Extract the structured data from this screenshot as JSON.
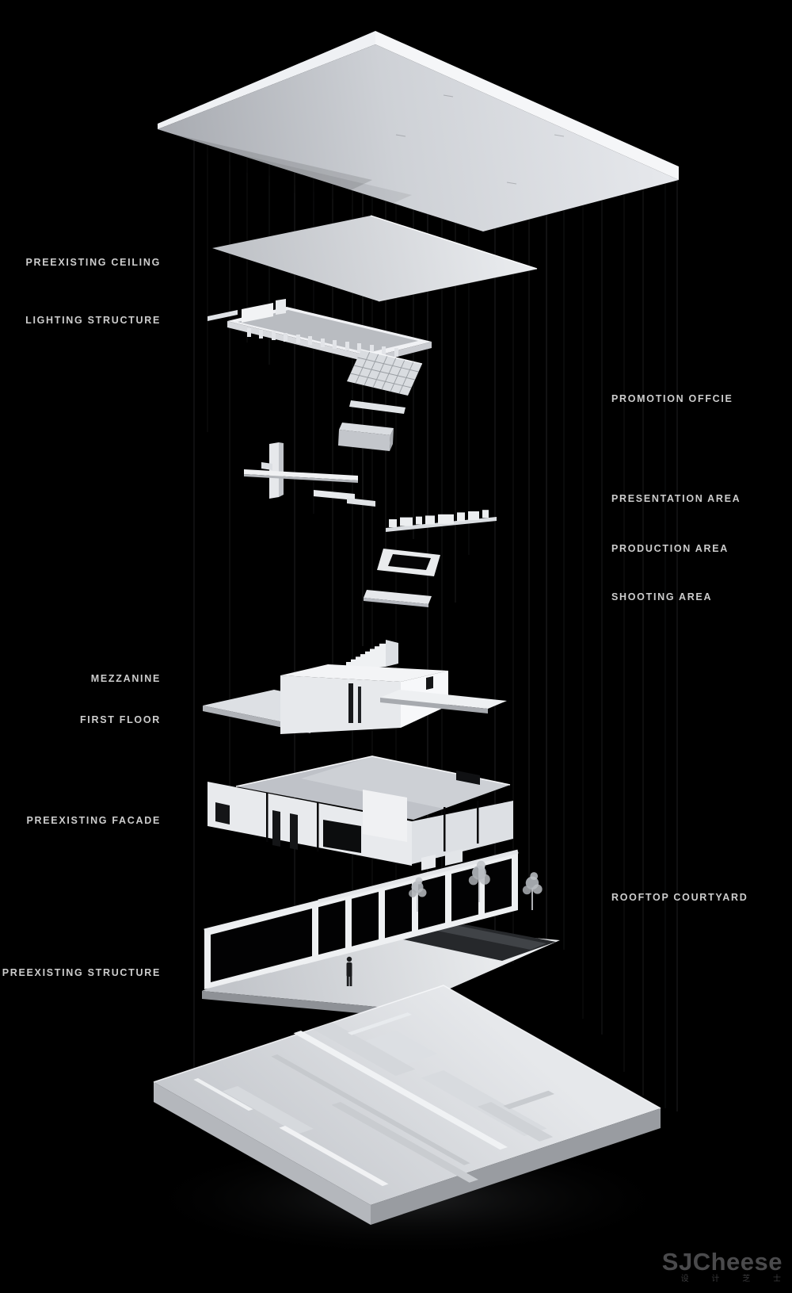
{
  "labels": {
    "left": [
      {
        "id": "preexisting-ceiling",
        "text": "PREEXISTING CEILING"
      },
      {
        "id": "lighting-structure",
        "text": "LIGHTING STRUCTURE"
      },
      {
        "id": "mezzanine",
        "text": "MEZZANINE"
      },
      {
        "id": "first-floor",
        "text": "FIRST FLOOR"
      },
      {
        "id": "preexisting-facade",
        "text": "PREEXISTING FACADE"
      },
      {
        "id": "preexisting-structure",
        "text": "PREEXISTING STRUCTURE"
      }
    ],
    "right": [
      {
        "id": "promotion-office",
        "text": "PROMOTION OFFCIE"
      },
      {
        "id": "presentation-area",
        "text": "PRESENTATION AREA"
      },
      {
        "id": "production-area",
        "text": "PRODUCTION AREA"
      },
      {
        "id": "shooting-area",
        "text": "SHOOTING AREA"
      },
      {
        "id": "rooftop-courtyard",
        "text": "ROOFTOP COURTYARD"
      }
    ]
  },
  "watermark": {
    "brand": "SJCheese",
    "subtext": "设 计 芝 士"
  },
  "colors": {
    "background": "#000000",
    "label_text": "#cdcdcd",
    "model_highlight": "#f4f5f7",
    "model_light": "#e8eaed",
    "model_mid": "#c7cacf",
    "model_dark": "#9aa0a6",
    "watermark": "#4a4a4c"
  }
}
